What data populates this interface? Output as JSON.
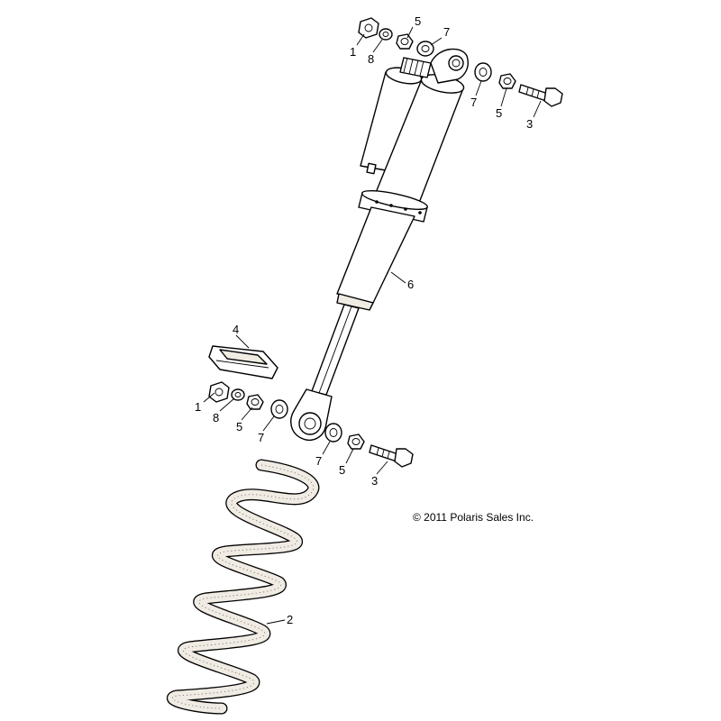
{
  "diagram": {
    "copyright": "© 2011 Polaris Sales Inc.",
    "callouts": [
      {
        "id": "c-1-top",
        "text": "1"
      },
      {
        "id": "c-8-top",
        "text": "8"
      },
      {
        "id": "c-5-top",
        "text": "5"
      },
      {
        "id": "c-7-top",
        "text": "7"
      },
      {
        "id": "c-7-right",
        "text": "7"
      },
      {
        "id": "c-5-right",
        "text": "5"
      },
      {
        "id": "c-3-top",
        "text": "3"
      },
      {
        "id": "c-6",
        "text": "6"
      },
      {
        "id": "c-4",
        "text": "4"
      },
      {
        "id": "c-1-bottom",
        "text": "1"
      },
      {
        "id": "c-8-bottom",
        "text": "8"
      },
      {
        "id": "c-5-bottom-left",
        "text": "5"
      },
      {
        "id": "c-7-bottom-left",
        "text": "7"
      },
      {
        "id": "c-7-bottom-right",
        "text": "7"
      },
      {
        "id": "c-5-bottom-right",
        "text": "5"
      },
      {
        "id": "c-3-bottom",
        "text": "3"
      },
      {
        "id": "c-2",
        "text": "2"
      }
    ]
  }
}
